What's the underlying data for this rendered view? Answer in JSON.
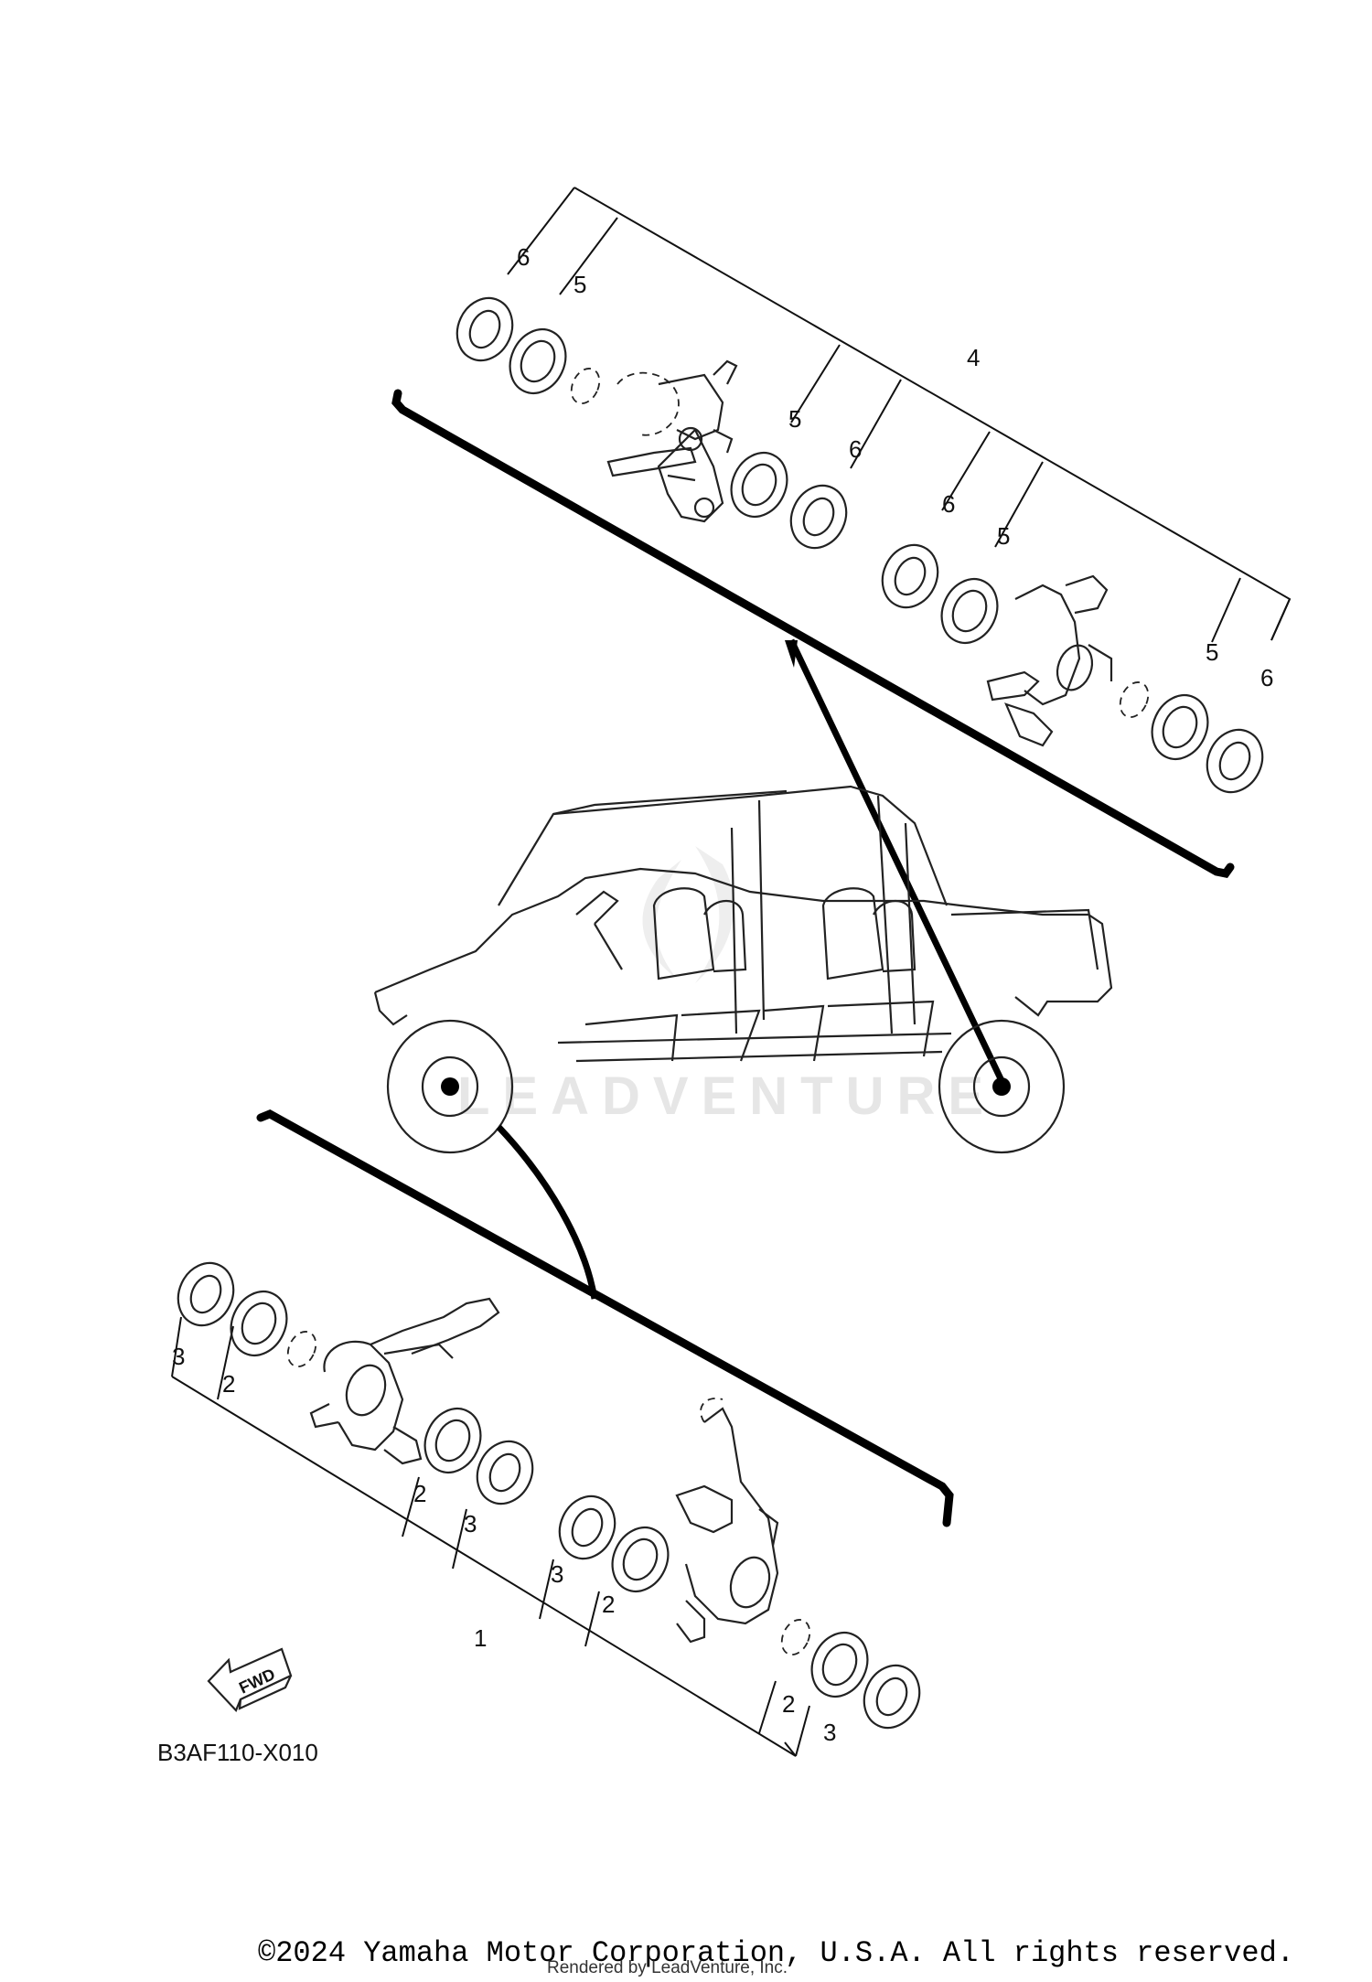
{
  "diagram": {
    "drawing_code": "B3AF110-X010",
    "fwd_label": "FWD",
    "watermark": "LEADVENTURE",
    "rear_group": {
      "assembly_callout": "4",
      "callouts": [
        "6",
        "5",
        "5",
        "6",
        "6",
        "5",
        "5",
        "6"
      ]
    },
    "front_group": {
      "assembly_callout": "1",
      "callouts": [
        "3",
        "2",
        "2",
        "3",
        "3",
        "2",
        "2",
        "3"
      ]
    }
  },
  "footer": {
    "copyright": "©2024 Yamaha Motor Corporation, U.S.A. All rights reserved.",
    "rendered_by": "Rendered by LeadVenture, Inc."
  },
  "colors": {
    "ink": "#111111",
    "background": "#ffffff",
    "watermark": "#e6e6e6"
  }
}
